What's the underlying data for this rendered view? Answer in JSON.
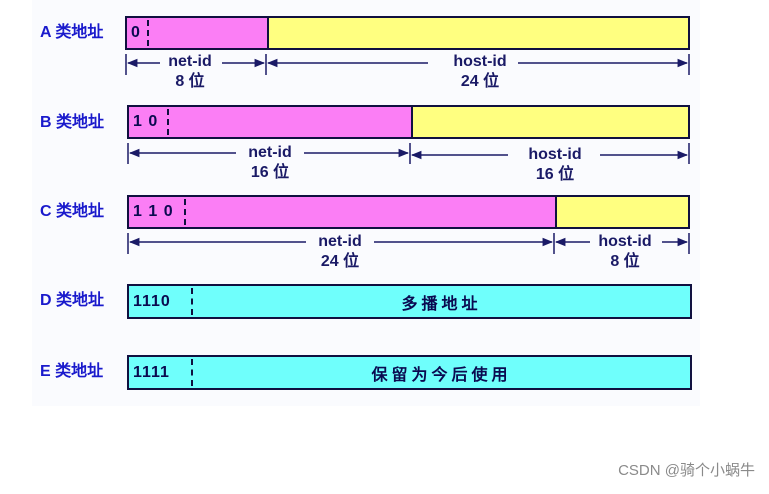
{
  "colors": {
    "net": "#fb7ef5",
    "host": "#ffff80",
    "multicast": "#6ffffc",
    "text": "#0a0a50",
    "label": "#1a1acc"
  },
  "classes": [
    {
      "label": "A 类地址",
      "prefix": "0",
      "net_label": "net-id",
      "net_bits": "8 位",
      "host_label": "host-id",
      "host_bits": "24 位"
    },
    {
      "label": "B 类地址",
      "prefix": "1 0",
      "net_label": "net-id",
      "net_bits": "16 位",
      "host_label": "host-id",
      "host_bits": "16 位"
    },
    {
      "label": "C 类地址",
      "prefix": "1 1 0",
      "net_label": "net-id",
      "net_bits": "24 位",
      "host_label": "host-id",
      "host_bits": "8 位"
    },
    {
      "label": "D 类地址",
      "prefix": "1110",
      "body": "多播地址"
    },
    {
      "label": "E 类地址",
      "prefix": "1111",
      "body": "保留为今后使用"
    }
  ],
  "watermark": "CSDN @骑个小蜗牛"
}
